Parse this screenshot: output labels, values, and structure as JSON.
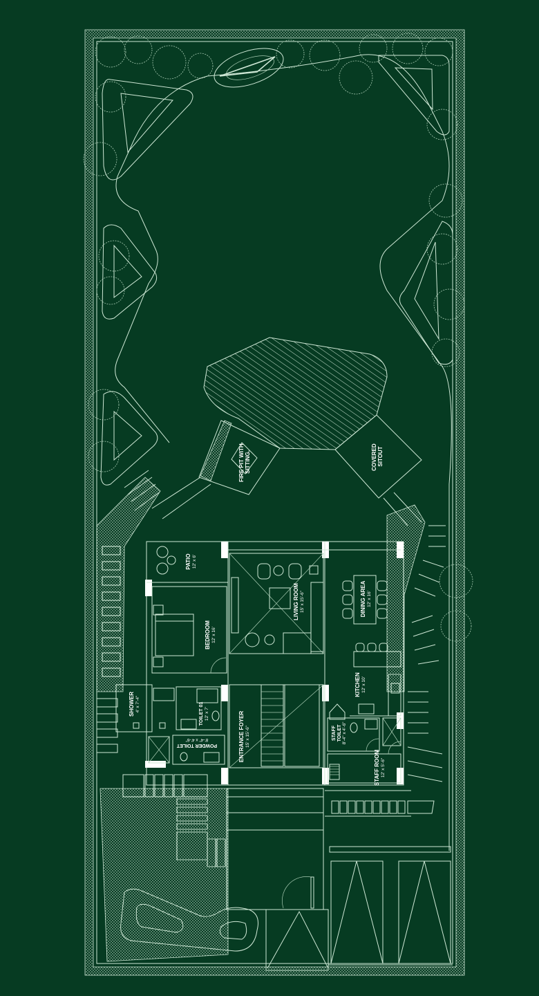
{
  "drawing": {
    "type": "site floor plan",
    "background_color": "#063b22",
    "line_color": "#cfe8d6"
  },
  "rooms": {
    "fire_pit": {
      "label_line1": "FIRE PIT WITH",
      "label_line2": "SITTING."
    },
    "covered_sitout": {
      "label_line1": "COVERED",
      "label_line2": "SITOUT"
    },
    "patio": {
      "label": "PATIO",
      "dim": "12' x 6'"
    },
    "bedroom": {
      "label": "BEDROOM",
      "dim": "12' x 16'"
    },
    "living_room": {
      "label": "LIVING ROOM",
      "dim": "15' x 15'-6\""
    },
    "dining_area": {
      "label": "DINING AREA",
      "dim": "12' x 16'"
    },
    "kitchen": {
      "label": "KITCHEN",
      "dim": "12' x 10'"
    },
    "shower": {
      "label": "SHOWER",
      "dim": "4' x 7'-4\""
    },
    "toilet_01": {
      "label": "TOILET 01",
      "dim": "12' x 7'"
    },
    "powder_toilet": {
      "label": "POWDER TOILET",
      "dim": "8'-4\" x 4'-6\""
    },
    "entrance_foyer": {
      "label": "ENTRANCE FOYER",
      "dim": "15' x 15'-6\""
    },
    "staff_toilet": {
      "label_line1": "STAFF",
      "label_line2": "TOILET",
      "dim": "8'-4\" x 4'-6\""
    },
    "staff_room": {
      "label": "STAFF ROOM",
      "dim": "12' x 5'-6\""
    }
  }
}
